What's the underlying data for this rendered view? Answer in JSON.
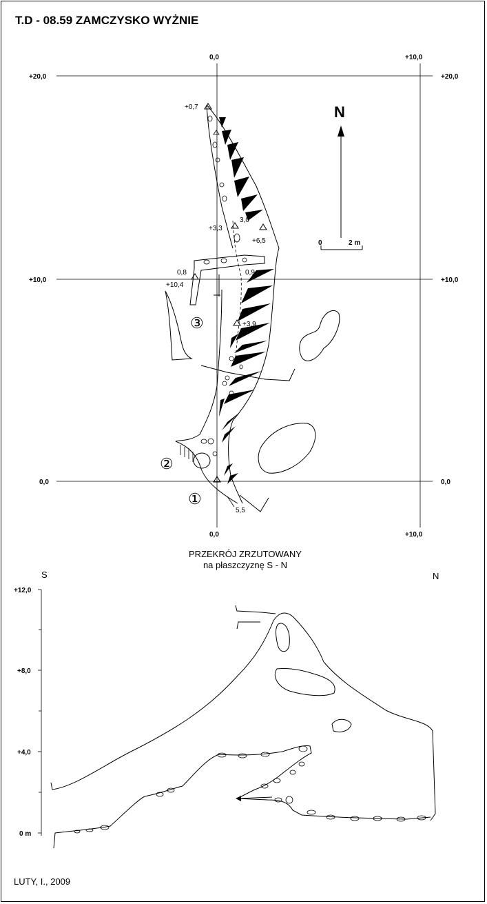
{
  "title": "T.D - 08.59  ZAMCZYSKO WYŻNIE",
  "plan": {
    "grid_labels": {
      "top_x0": "0,0",
      "top_x10": "+10,0",
      "left_y20": "+20,0",
      "right_y20": "+20,0",
      "left_y10": "+10,0",
      "right_y10": "+10,0",
      "left_y0": "0,0",
      "right_y0": "0,0",
      "bottom_x0": "0,0",
      "bottom_x10": "+10,0"
    },
    "north_label": "N",
    "scale": {
      "zero": "0",
      "length": "2 m"
    },
    "heights": {
      "h07": "+0,7",
      "h33": "+3,3",
      "h30": "3,0",
      "h65": "+6,5",
      "h08": "0,8",
      "h104": "+10,4",
      "h09": "0,9",
      "h39": "+3,9",
      "h55": "5,5"
    },
    "entrances": {
      "e1": "①",
      "e2": "②",
      "e3": "③"
    }
  },
  "section": {
    "title_line1": "PRZEKRÓJ ZRZUTOWANY",
    "title_line2": "na płaszczyznę  S - N",
    "dir_s": "S",
    "dir_n": "N",
    "axis": {
      "y12": "+12,0",
      "y8": "+8,0",
      "y4": "+4,0",
      "y0": "0 m"
    }
  },
  "author": "LUTY, I., 2009"
}
